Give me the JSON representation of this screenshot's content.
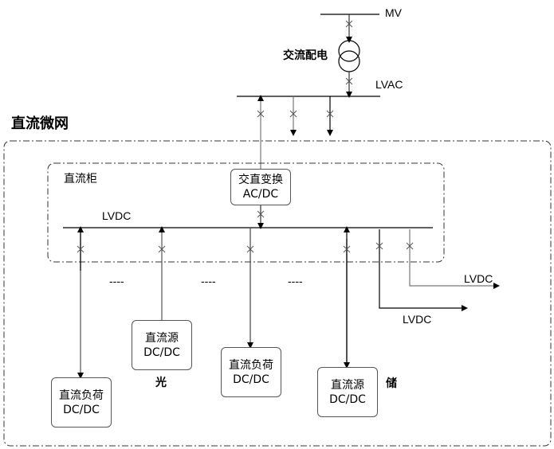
{
  "diagram": {
    "title": "直流微网",
    "mv_bus_label": "MV",
    "transformer_label": "交流配电",
    "lvac_bus_label": "LVAC",
    "cabinet_label": "直流柜",
    "lvdc_bus_label": "LVDC",
    "converter": {
      "line1": "交直变换",
      "line2": "AC/DC"
    },
    "feeders": [
      {
        "line1": "直流负荷",
        "line2": "DC/DC",
        "tag": ""
      },
      {
        "line1": "直流源",
        "line2": "DC/DC",
        "tag": "光"
      },
      {
        "line1": "直流负荷",
        "line2": "DC/DC",
        "tag": ""
      },
      {
        "line1": "直流源",
        "line2": "DC/DC",
        "tag": "储"
      }
    ],
    "ellipsis": [
      "----",
      "----",
      "----"
    ],
    "outgoing_lvdc": [
      "LVDC",
      "LVDC"
    ]
  }
}
